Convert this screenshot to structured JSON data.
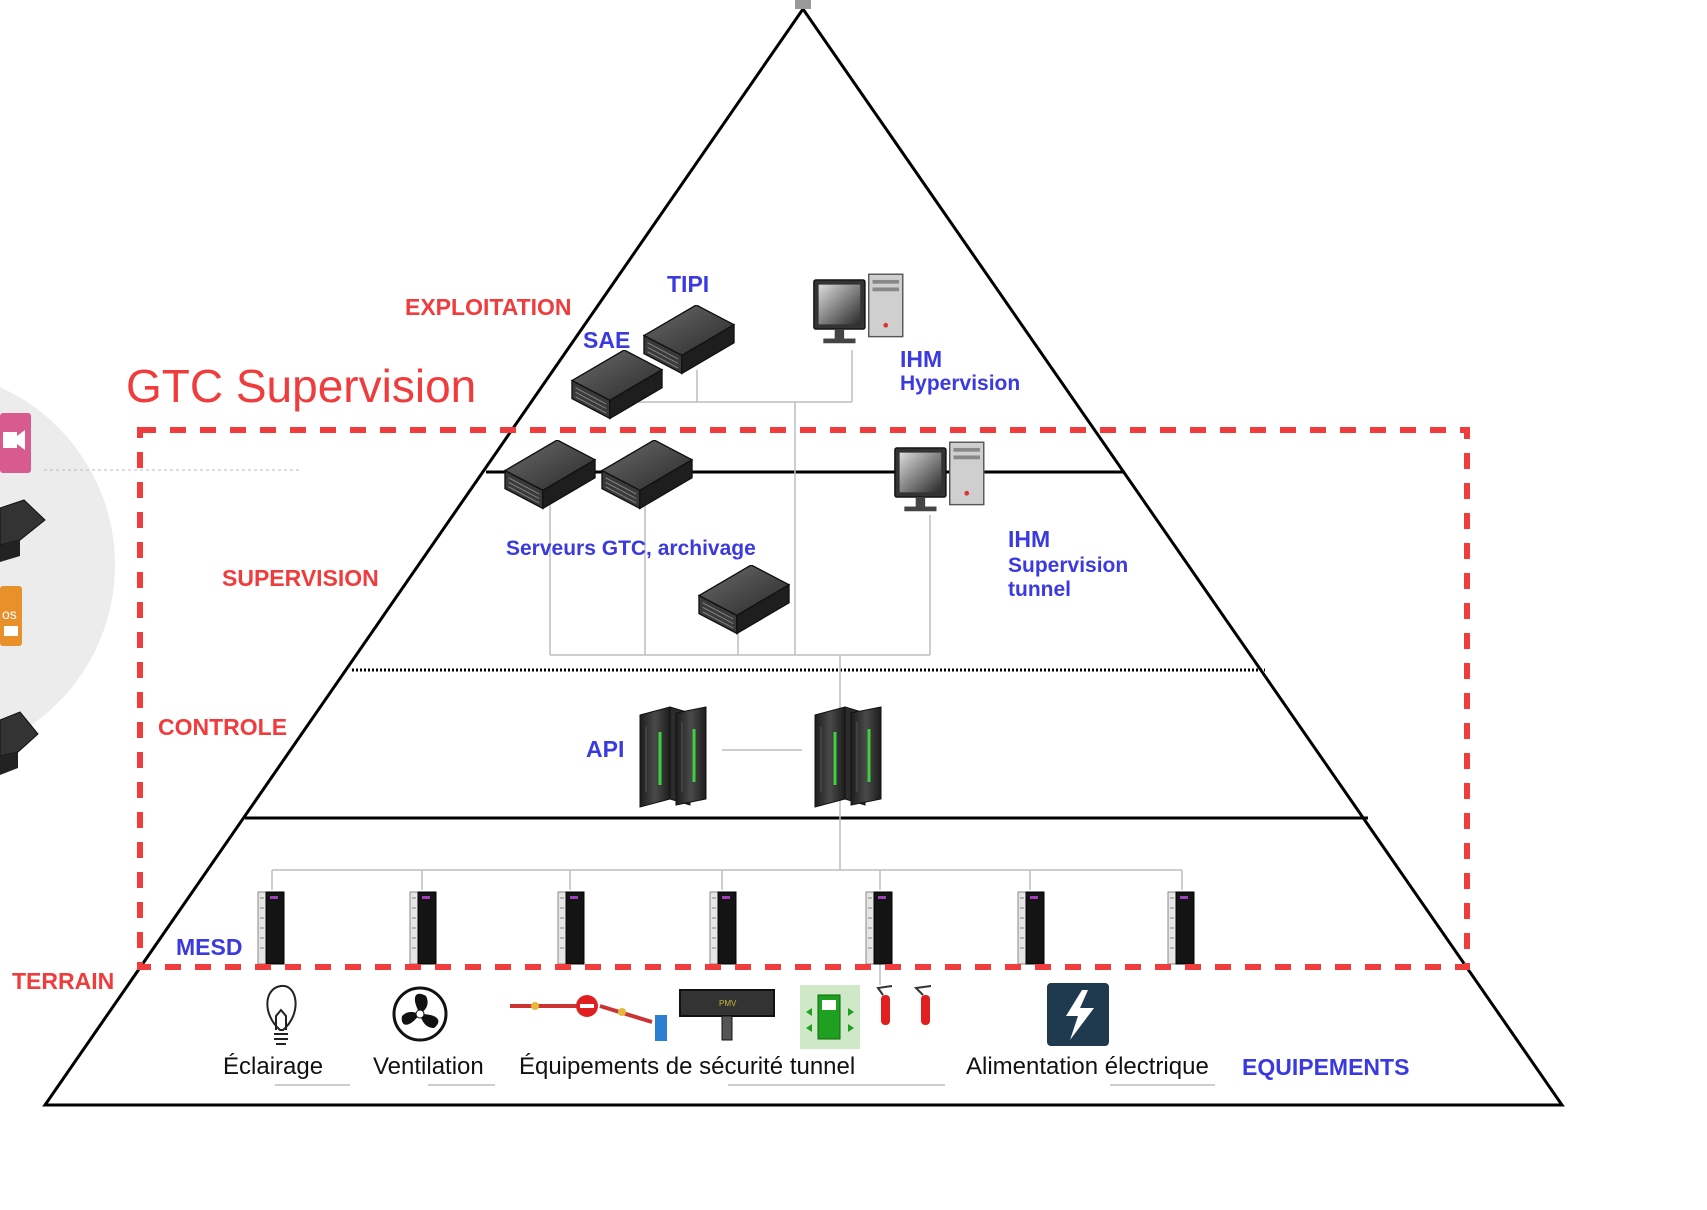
{
  "title": "GTC Supervision",
  "levels": {
    "exploitation": "EXPLOITATION",
    "supervision": "SUPERVISION",
    "controle": "CONTROLE",
    "terrain": "TERRAIN",
    "equipements": "EQUIPEMENTS"
  },
  "nodes": {
    "tipi": "TIPI",
    "sae": "SAE",
    "ihm_hyper_1": "IHM",
    "ihm_hyper_2": "Hypervision",
    "serveurs": "Serveurs GTC, archivage",
    "ihm_sup_1": "IHM",
    "ihm_sup_2": "Supervision",
    "ihm_sup_3": "tunnel",
    "api": "API",
    "mesd": "MESD"
  },
  "equipment": {
    "eclairage": "Éclairage",
    "ventilation": "Ventilation",
    "securite": "Équipements de sécurité tunnel",
    "alimentation": "Alimentation électrique",
    "pmv": "PMV",
    "left_badge": "os"
  },
  "colors": {
    "red": "#f03c3c",
    "blue": "#3a3ae0",
    "accent_orange": "#e8902a",
    "accent_pink": "#d85b8e"
  }
}
